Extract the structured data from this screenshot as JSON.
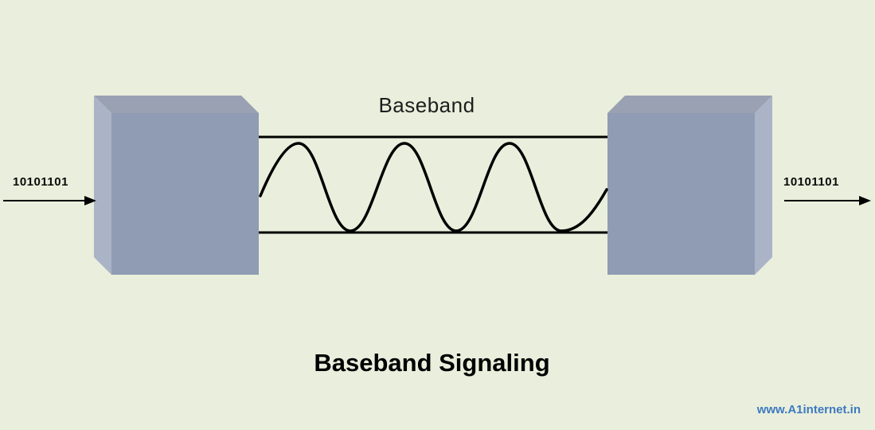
{
  "diagram": {
    "channel_label": "Baseband",
    "left_signal": "10101101",
    "right_signal": "10101101",
    "title": "Baseband Signaling",
    "watermark": "www.A1internet.in",
    "colors": {
      "background": "#e9efdc",
      "box_front": "#8f9cb4",
      "box_top": "#99a1b2",
      "box_side": "#aab4c6",
      "line": "#000000",
      "watermark": "#3e79c0"
    }
  }
}
